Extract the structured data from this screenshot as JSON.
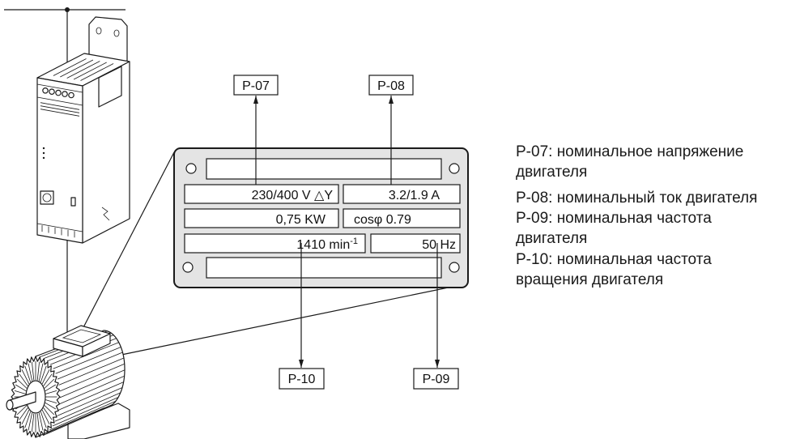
{
  "callouts": {
    "p07": "P-07",
    "p08": "P-08",
    "p09": "P-09",
    "p10": "P-10"
  },
  "nameplate": {
    "voltage": "230/400 V △Y",
    "current": "3.2/1.9 A",
    "power": "0,75 KW",
    "power_factor": "cosφ 0.79",
    "speed": "1410 min",
    "speed_exponent": "-1",
    "frequency": "50 Hz"
  },
  "legend": {
    "lines": [
      "P-07: номинальное напряжение",
      "двигателя",
      "P-08: номинальный ток двигателя",
      "P-09: номинальная частота",
      "двигателя",
      "P-10: номинальная частота",
      "вращения двигателя"
    ]
  },
  "colors": {
    "plate_fill": "#e4e4e4",
    "stroke": "#1a1a1a"
  }
}
